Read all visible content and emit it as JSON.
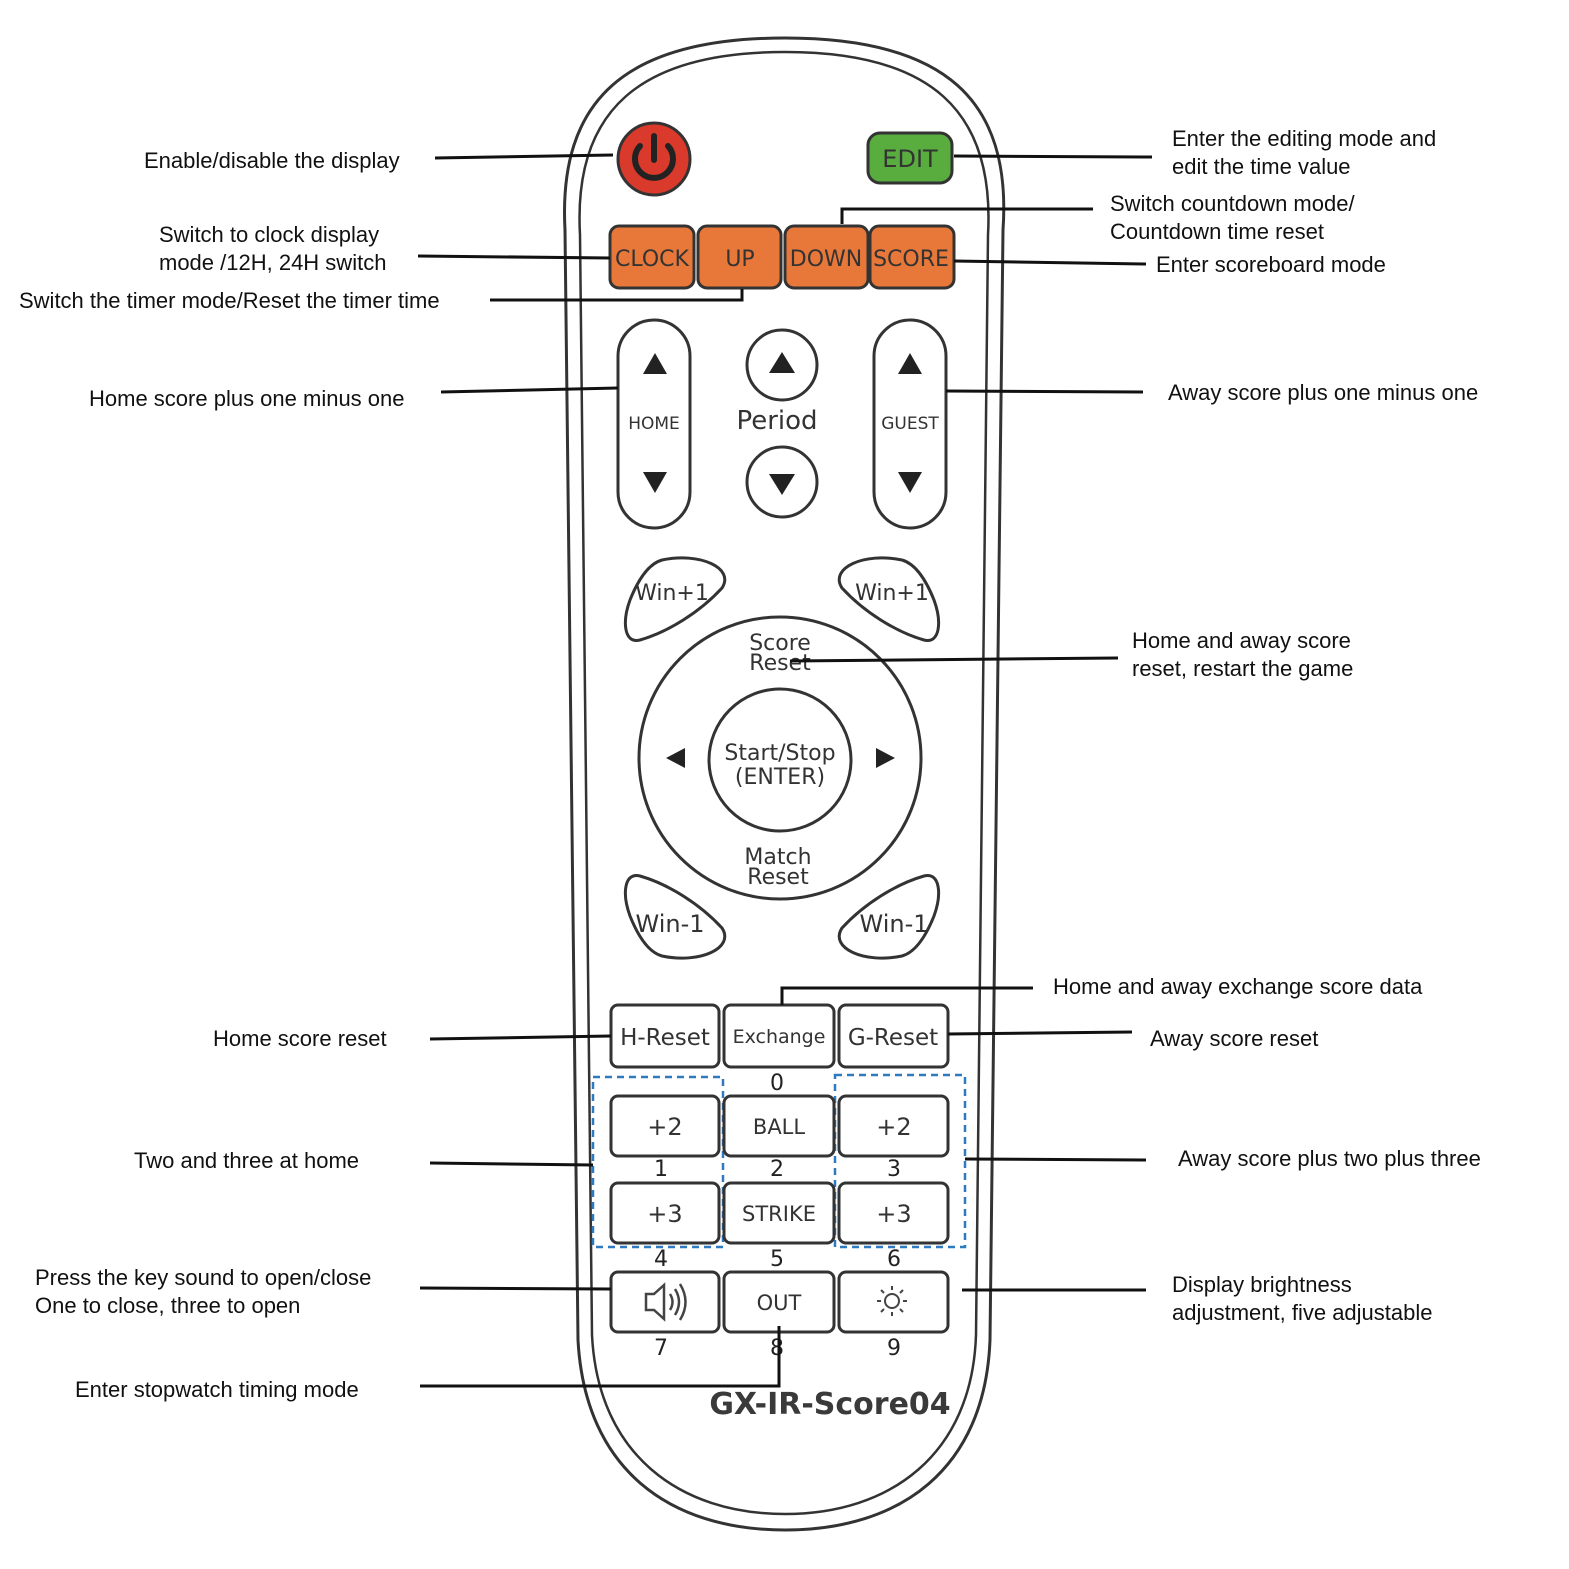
{
  "remote": {
    "model": "GX-IR-Score04",
    "colors": {
      "power": "#d93a2c",
      "edit": "#59ad3f",
      "mode": "#e8773a",
      "numpad_box": "#2e7ac0"
    },
    "power_icon": "power-icon",
    "edit_label": "EDIT",
    "mode_buttons": [
      "CLOCK",
      "UP",
      "DOWN",
      "SCORE"
    ],
    "home_label": "HOME",
    "period_label": "Period",
    "guest_label": "GUEST",
    "win_plus": "Win+1",
    "win_minus": "Win-1",
    "score_reset": [
      "Score",
      "Reset"
    ],
    "start_stop": [
      "Start/Stop",
      "(ENTER)"
    ],
    "match_reset": [
      "Match",
      "Reset"
    ],
    "reset_row": [
      "H-Reset",
      "Exchange",
      "G-Reset"
    ],
    "numpad": {
      "row1": [
        "+2",
        "BALL",
        "+2"
      ],
      "row2": [
        "+3",
        "STRIKE",
        "+3"
      ],
      "row3_middle": "OUT",
      "sound_icon": "speaker-icon",
      "brightness_icon": "sun-icon",
      "digits": [
        "0",
        "1",
        "2",
        "3",
        "4",
        "5",
        "6",
        "7",
        "8",
        "9"
      ]
    }
  },
  "annotations": {
    "display": "Enable/disable the display",
    "edit": [
      "Enter the editing mode and",
      "edit the time value"
    ],
    "countdown": [
      "Switch countdown mode/",
      "Countdown time reset"
    ],
    "clock": [
      "Switch to clock display",
      "mode /12H, 24H switch"
    ],
    "scoreboard": "Enter scoreboard mode",
    "timer": "Switch the timer mode/Reset the timer time",
    "home_score": "Home score plus one minus one",
    "away_score": "Away score plus one minus one",
    "score_reset": [
      "Home and away score",
      "reset, restart the game"
    ],
    "exchange": "Home and away exchange score data",
    "home_reset": "Home score reset",
    "away_reset": "Away score reset",
    "home_two_three": "Two and three at home",
    "away_two_three": "Away score plus two plus three",
    "sound": [
      "Press the key sound to open/close",
      "One to close, three to open"
    ],
    "brightness": [
      "Display brightness",
      "adjustment, five adjustable"
    ],
    "stopwatch": "Enter stopwatch timing mode"
  }
}
